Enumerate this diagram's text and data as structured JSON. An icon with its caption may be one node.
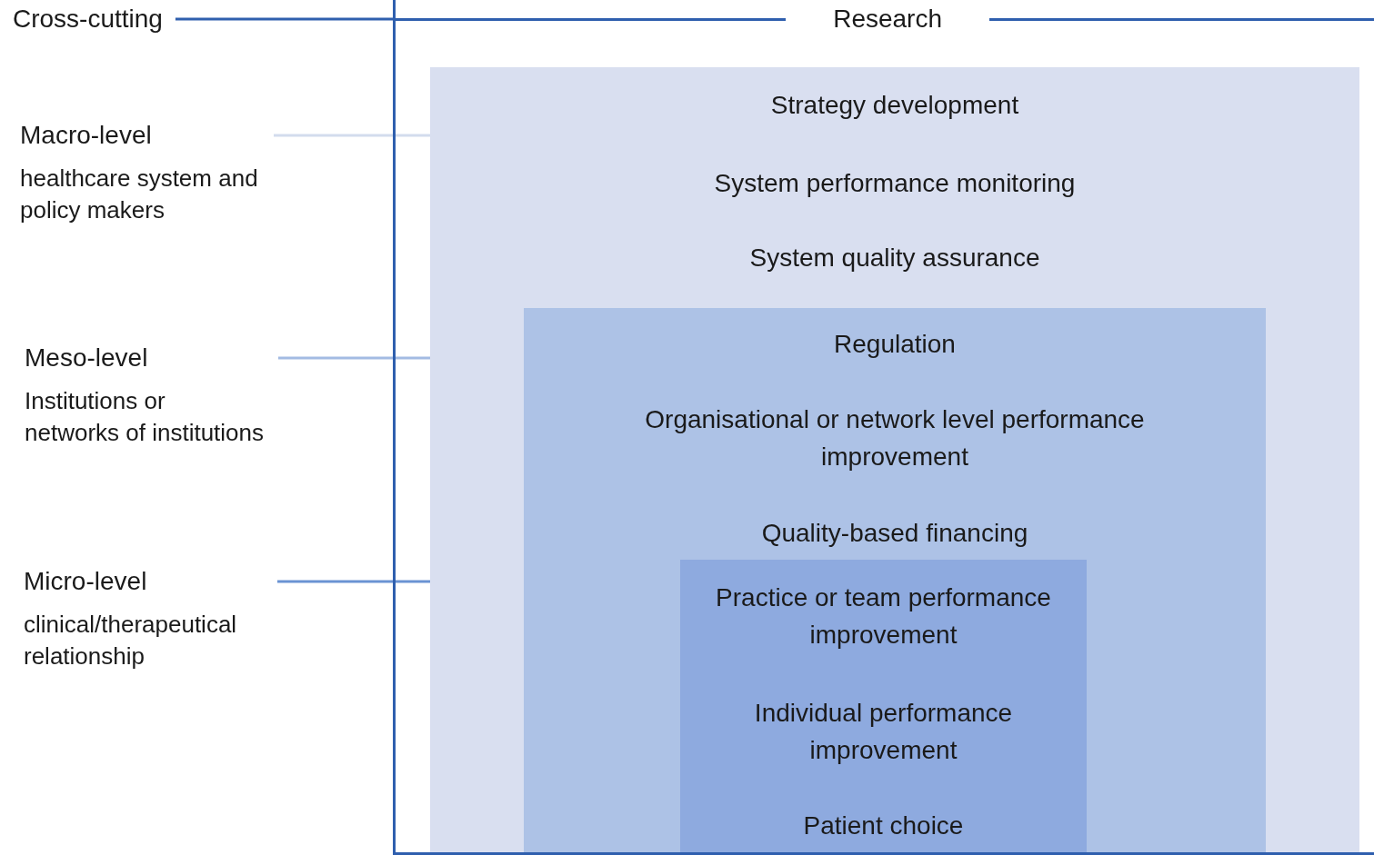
{
  "diagram": {
    "nodes": [
      {
        "text": [
          "Cross-cutting"
        ]
      },
      {
        "text": [
          "Research"
        ]
      },
      {
        "text": [
          "Strategy development",
          "System performance monitoring",
          "System quality assurance"
        ],
        "in": 1
      },
      {
        "text": [
          "Regulation",
          "Organisational or network level performance improvement",
          "Quality-based financing"
        ],
        "in": 2
      },
      {
        "text": [
          "Practice or team performance improvement",
          "Individual performance improvement",
          "Patient choice"
        ],
        "in": 3
      },
      {
        "text": [
          "Macro-level",
          "healthcare system and policy makers"
        ]
      },
      {
        "text": [
          "Meso-level",
          "Institutions or networks of institutions"
        ]
      },
      {
        "text": [
          "Micro-level",
          "clinical/therapeutical relationship"
        ]
      }
    ],
    "edges": [
      {
        "from": 0,
        "to": 1,
        "arrow": "none",
        "color": "#2f5fae"
      },
      {
        "from": 5,
        "to": 2,
        "arrow": "none",
        "color": "#d3dced"
      },
      {
        "from": 6,
        "to": 3,
        "arrow": "none",
        "color": "#a3bbe3"
      },
      {
        "from": 7,
        "to": 4,
        "arrow": "none",
        "color": "#6a93d3"
      }
    ]
  }
}
